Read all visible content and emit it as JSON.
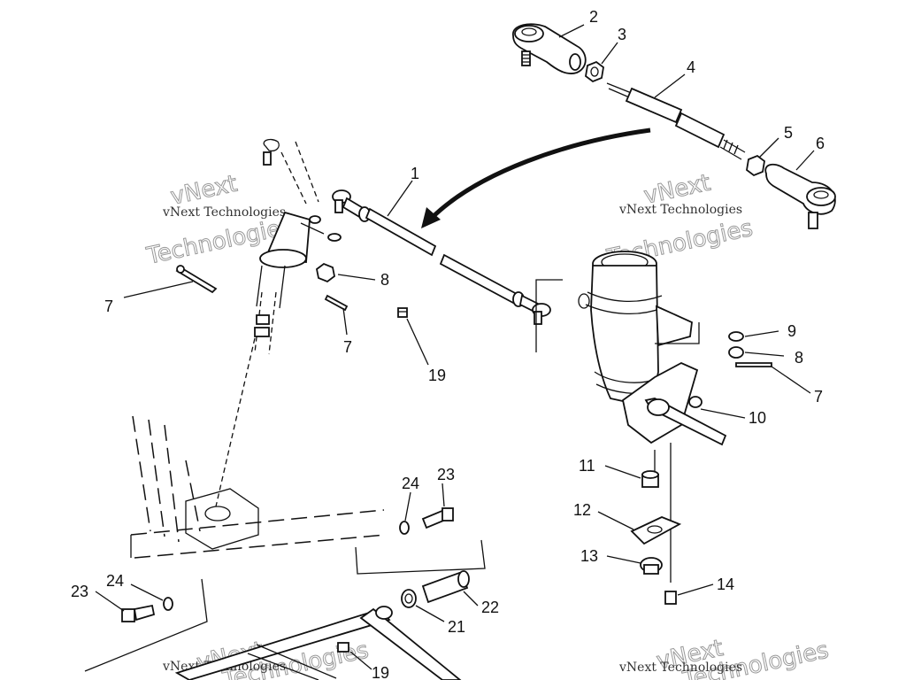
{
  "watermark": {
    "line1": "vNext Technologies",
    "big_top": "vNext",
    "big_bottom": "Technologies",
    "color": "#999999"
  },
  "callouts": {
    "c1": "1",
    "c2": "2",
    "c3": "3",
    "c4": "4",
    "c5": "5",
    "c6": "6",
    "c7a": "7",
    "c7b": "7",
    "c7c": "7",
    "c8a": "8",
    "c8b": "8",
    "c9": "9",
    "c10": "10",
    "c11": "11",
    "c12": "12",
    "c13": "13",
    "c14": "14",
    "c19a": "19",
    "c19b": "19",
    "c21": "21",
    "c22": "22",
    "c23a": "23",
    "c23b": "23",
    "c24a": "24",
    "c24b": "24"
  }
}
